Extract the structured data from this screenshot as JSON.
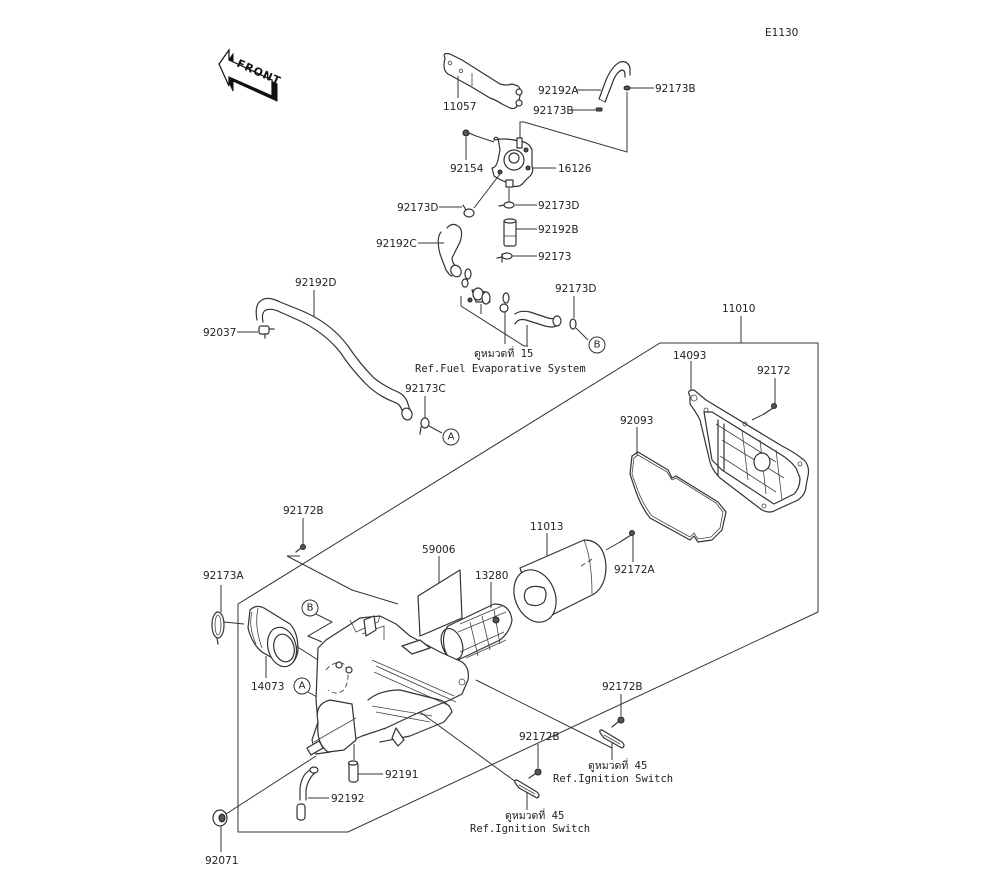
{
  "diagram": {
    "code": "E1130",
    "front_label": "FRONT",
    "parts": {
      "p11057": "11057",
      "p92192A": "92192A",
      "p92173B_1": "92173B",
      "p92173B_2": "92173B",
      "p92154": "92154",
      "p16126": "16126",
      "p92173D_1": "92173D",
      "p92173D_2": "92173D",
      "p92192B": "92192B",
      "p92192C": "92192C",
      "p92173": "92173",
      "p92173D_3": "92173D",
      "p92192D": "92192D",
      "p92037": "92037",
      "p92173C": "92173C",
      "p11010": "11010",
      "p14093": "14093",
      "p92172": "92172",
      "p92093": "92093",
      "p92172B_1": "92172B",
      "p59006": "59006",
      "p11013": "11013",
      "p13280": "13280",
      "p92172A": "92172A",
      "p92173A": "92173A",
      "p14073": "14073",
      "p92172B_2": "92172B",
      "p92172B_3": "92172B",
      "p92191": "92191",
      "p92192": "92192",
      "p92071": "92071"
    },
    "refs": {
      "fuel_evap_thai": "ดูหมวดที่ 15",
      "fuel_evap": "Ref.Fuel Evaporative System",
      "ignition_thai_1": "ดูหมวดที่ 45",
      "ignition_1": "Ref.Ignition Switch",
      "ignition_thai_2": "ดูหมวดที่ 45",
      "ignition_2": "Ref.Ignition Switch"
    },
    "markers": {
      "a1": "A",
      "a2": "A",
      "b1": "B",
      "b2": "B"
    }
  }
}
